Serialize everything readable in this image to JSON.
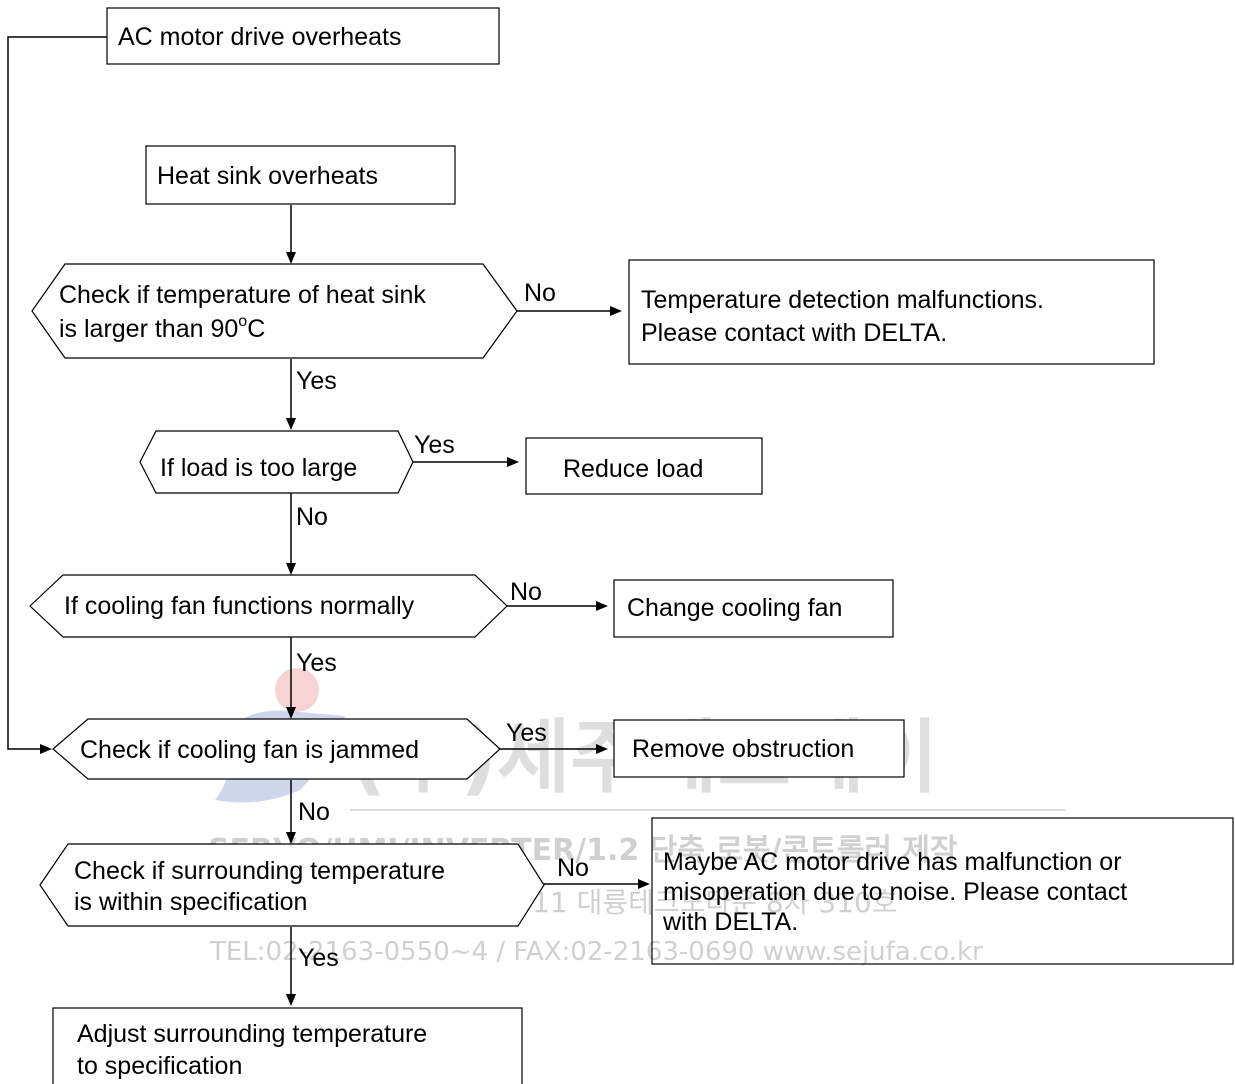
{
  "nodes": {
    "ac_overheat": "AC motor drive overheats",
    "heatsink_overheat": "Heat sink overheats",
    "check_temp": [
      "Check if temperature of heat sink",
      "is larger than 90",
      "o",
      "C"
    ],
    "temp_malfunction": [
      "Temperature detection malfunctions.",
      "Please contact with DELTA."
    ],
    "load_large": "If load is too large",
    "reduce_load": "Reduce load",
    "fan_normal": "If cooling fan functions normally",
    "change_fan": "Change cooling fan",
    "fan_jammed": "Check if cooling fan is jammed",
    "remove_obstruction": "Remove obstruction",
    "surrounding_temp": [
      "Check if surrounding temperature",
      "is within specification"
    ],
    "maybe_malfunction": [
      "Maybe AC motor drive has malfunction or",
      "misoperation due to noise. Please contact",
      "with DELTA."
    ],
    "adjust_temp": [
      "Adjust surrounding temperature",
      "to specification"
    ]
  },
  "edge_labels": {
    "temp_no": "No",
    "temp_yes": "Yes",
    "load_yes": "Yes",
    "load_no": "No",
    "fan_no": "No",
    "fan_yes": "Yes",
    "jam_yes": "Yes",
    "jam_no": "No",
    "surr_no": "No",
    "surr_yes": "Yes"
  },
  "watermark": {
    "company": "(주)세주에프에이",
    "line1": "SERVO/HMI/INVERTER/1.2 단축 로봇/콘트롤러 제작",
    "line2": "서울시 금천구 가산동 481-11 대륭테크노타운 8차 310호",
    "line3": "TEL:02-2163-0550~4 / FAX:02-2163-0690 www.sejufa.co.kr",
    "logo_colors": [
      "#e23b3b",
      "#2a4aa8"
    ]
  }
}
